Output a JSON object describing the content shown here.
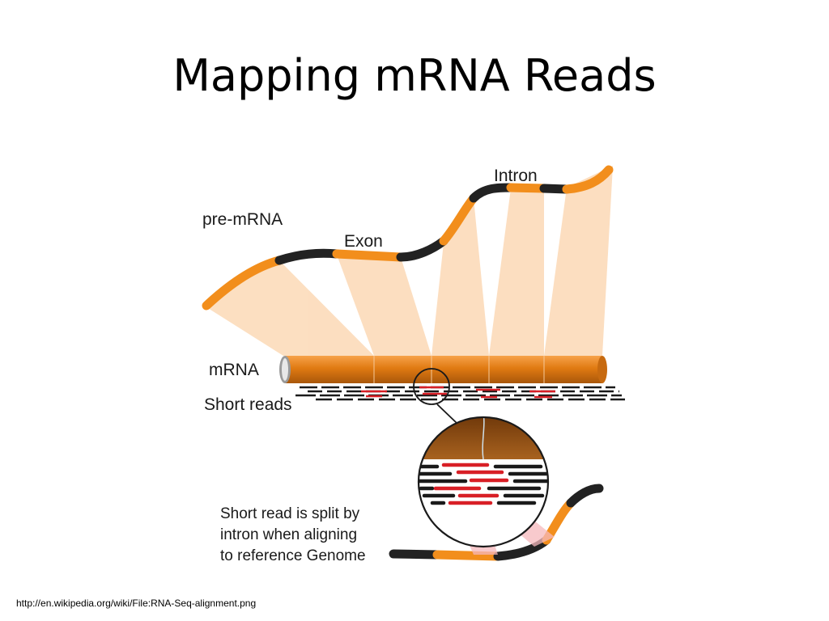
{
  "slide": {
    "title": "Mapping mRNA Reads",
    "source_url": "http://en.wikipedia.org/wiki/File:RNA-Seq-alignment.png"
  },
  "diagram": {
    "labels": {
      "pre_mrna": "pre-mRNA",
      "exon": "Exon",
      "intron": "Intron",
      "mrna": "mRNA",
      "short_reads": "Short reads",
      "split_line_1": "Short read is split by",
      "split_line_2": "intron when aligning",
      "split_line_3": "to reference Genome"
    },
    "colors": {
      "exon": "#f28e1c",
      "intron": "#222222",
      "mapping_fan": "#fcd9b6",
      "mrna_tube": "#e07a12",
      "read_match": "#1a1a1a",
      "read_split": "#d81f26",
      "zoom_top": "#8a4a10"
    }
  }
}
